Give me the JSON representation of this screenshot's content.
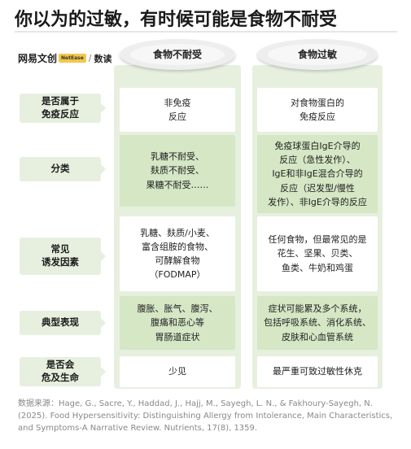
{
  "title": "你以为的过敏，有时候可能是食物不耐受",
  "brand": {
    "logo": "网易文创",
    "badge": "NetEase",
    "sep": "/",
    "sub": "数读"
  },
  "columns": {
    "left": "食物不耐受",
    "right": "食物过敏"
  },
  "rows": [
    {
      "label": "是否属于\n免疫反应",
      "left": "非免疫\n反应",
      "right": "对食物蛋白的\n免疫反应"
    },
    {
      "label": "分类",
      "left": "乳糖不耐受、\n麸质不耐受、\n果糖不耐受……",
      "right": "免疫球蛋白IgE介导的\n反应（急性发作）、\nIgE和非IgE混合介导的\n反应（迟发型/慢性\n发作）、非IgE介导的反应"
    },
    {
      "label": "常见\n诱发因素",
      "left": "乳糖、麸质/小麦、\n富含组胺的食物、\n可酵解食物\n（FODMAP）",
      "right": "任何食物，但最常见的是\n花生、坚果、贝类、\n鱼类、牛奶和鸡蛋"
    },
    {
      "label": "典型表现",
      "left": "腹胀、胀气、腹泻、\n腹痛和恶心等\n胃肠道症状",
      "right": "症状可能累及多个系统，\n包括呼吸系统、消化系统、\n皮肤和心血管系统"
    },
    {
      "label": "是否会\n危及生命",
      "left": "少见",
      "right": "最严重可致过敏性休克"
    }
  ],
  "source": "数据来源：Hage, G., Sacre, Y., Haddad, J., Hajj, M., Sayegh, L. N., & Fakhoury-Sayegh, N. (2025). Food Hypersensitivity: Distinguishing Allergy from Intolerance, Main Characteristics, and Symptoms-A Narrative Review. Nutrients, 17(8), 1359."
}
